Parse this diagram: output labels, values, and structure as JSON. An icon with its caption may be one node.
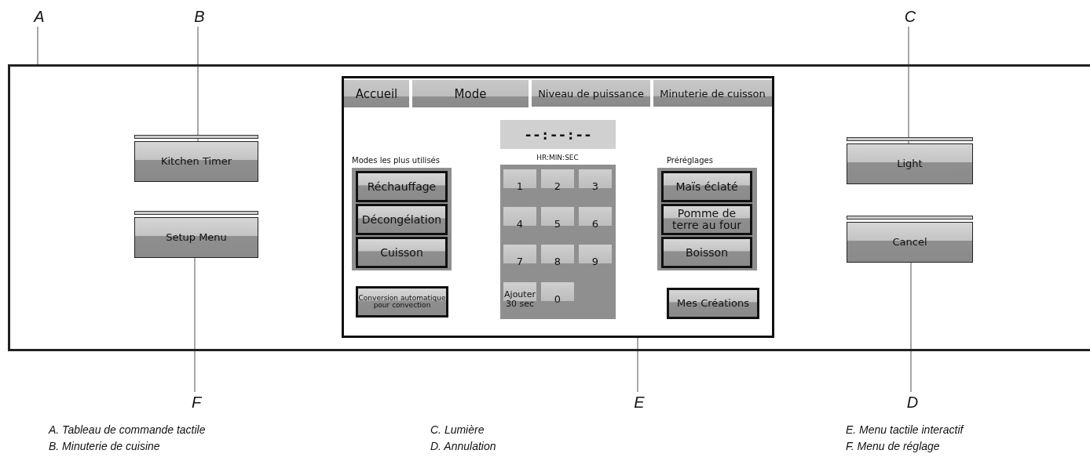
{
  "diagram": {
    "nodes": [
      {
        "text": [
          "A"
        ]
      },
      {
        "text": [
          "B"
        ]
      },
      {
        "text": [
          "C"
        ]
      },
      {
        "text": [],
        "shape": "box"
      },
      {
        "text": [
          "Kitchen Timer"
        ],
        "in": 3
      },
      {
        "text": [
          "Setup Menu"
        ],
        "in": 3
      },
      {
        "text": [],
        "shape": "box",
        "in": 3
      },
      {
        "text": [
          "Accueil"
        ],
        "in": 6
      },
      {
        "text": [
          "Mode"
        ],
        "in": 6
      },
      {
        "text": [
          "Niveau de puissance"
        ],
        "in": 6
      },
      {
        "text": [
          "Minuterie de cuisson"
        ],
        "in": 6
      },
      {
        "text": [
          "--:--:--"
        ],
        "in": 6
      },
      {
        "text": [
          "Modes les plus utilisés"
        ],
        "in": 6
      },
      {
        "text": [
          "Réchauffage"
        ],
        "in": 12
      },
      {
        "text": [
          "Décongélation"
        ],
        "in": 12
      },
      {
        "text": [
          "Cuisson"
        ],
        "in": 12
      },
      {
        "text": [
          "Conversion automatique pour convection"
        ],
        "in": 6
      },
      {
        "text": [],
        "shape": "box",
        "in": 6
      },
      {
        "text": [
          "1"
        ],
        "in": 17
      },
      {
        "text": [
          "2"
        ],
        "in": 17
      },
      {
        "text": [
          "3"
        ],
        "in": 17
      },
      {
        "text": [
          "4"
        ],
        "in": 17
      },
      {
        "text": [
          "5"
        ],
        "in": 17
      },
      {
        "text": [
          "6"
        ],
        "in": 17
      },
      {
        "text": [
          "7"
        ],
        "in": 17
      },
      {
        "text": [
          "8"
        ],
        "in": 17
      },
      {
        "text": [
          "9"
        ],
        "in": 17
      },
      {
        "text": [
          "Ajouter 30 sec"
        ],
        "in": 17
      },
      {
        "text": [
          "0"
        ],
        "in": 17
      },
      {
        "text": [
          "Préréglages"
        ],
        "in": 6
      },
      {
        "text": [
          "Maïs éclaté"
        ],
        "in": 29
      },
      {
        "text": [
          "Pomme de terre au four"
        ],
        "in": 29
      },
      {
        "text": [
          "Boisson"
        ],
        "in": 29
      },
      {
        "text": [
          "Mes Créations"
        ],
        "in": 6
      },
      {
        "text": [
          "Light"
        ],
        "in": 3
      },
      {
        "text": [
          "Cancel"
        ],
        "in": 3
      },
      {
        "text": [
          "F"
        ]
      },
      {
        "text": [
          "E"
        ]
      },
      {
        "text": [
          "D"
        ]
      }
    ],
    "edges": [
      {
        "from": 0,
        "to": 3,
        "arrow": "none"
      },
      {
        "from": 1,
        "to": 4,
        "arrow": "none"
      },
      {
        "from": 2,
        "to": 34,
        "arrow": "none"
      },
      {
        "from": 36,
        "to": 5,
        "arrow": "none"
      },
      {
        "from": 37,
        "to": 6,
        "arrow": "none"
      },
      {
        "from": 38,
        "to": 35,
        "arrow": "none"
      }
    ],
    "labels": [
      "HR:MIN:SEC",
      "A. Tableau de commande tactile",
      "B. Minuterie de cuisine",
      "C. Lumière",
      "D. Annulation",
      "E. Menu tactile interactif",
      "F. Menu de réglage"
    ]
  }
}
